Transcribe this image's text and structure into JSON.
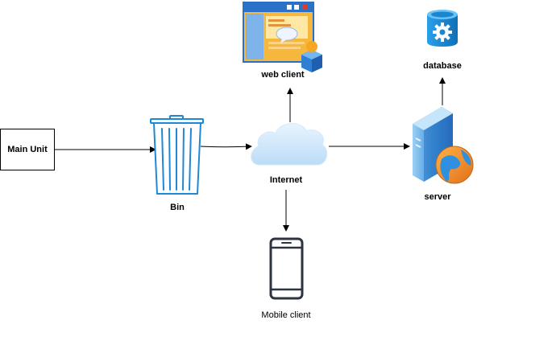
{
  "diagram": {
    "nodes": {
      "main_unit": {
        "label": "Main Unit"
      },
      "bin": {
        "label": "Bin"
      },
      "internet": {
        "label": "Internet"
      },
      "web_client": {
        "label": "web client"
      },
      "mobile_client": {
        "label": "Mobile client"
      },
      "server": {
        "label": "server"
      },
      "database": {
        "label": "database"
      }
    }
  },
  "colors": {
    "stroke": "#000000",
    "bin_blue": "#1e88d6",
    "cloud_blue": "#cfe6fb",
    "db_blue": "#1a86d0",
    "phone_dark": "#2b3440"
  }
}
